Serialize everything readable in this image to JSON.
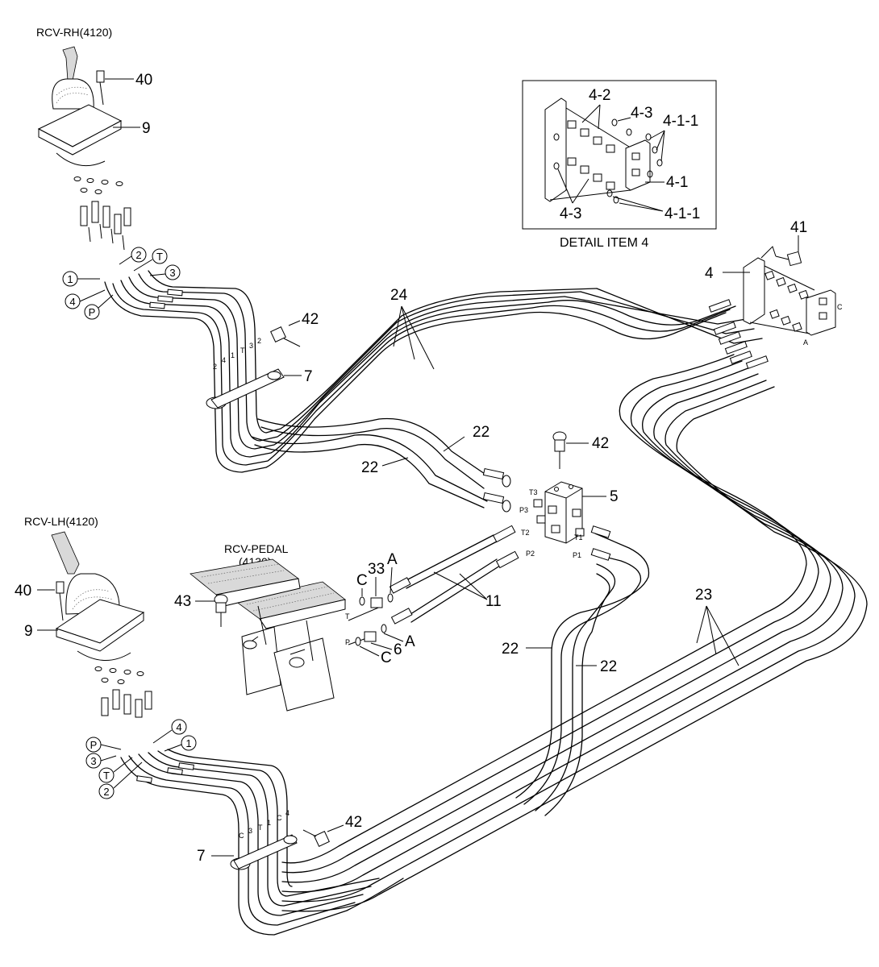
{
  "titles": {
    "rcv_rh": "RCV-RH(4120)",
    "rcv_lh": "RCV-LH(4120)",
    "rcv_pedal_line1": "RCV-PEDAL",
    "rcv_pedal_line2": "(4130)",
    "detail": "DETAIL  ITEM 4"
  },
  "callouts": {
    "n40": "40",
    "n9": "9",
    "n42": "42",
    "n7": "7",
    "n24": "24",
    "n22": "22",
    "n5": "5",
    "n41": "41",
    "n4": "4",
    "n11": "11",
    "n33": "33",
    "n6": "6",
    "nA": "A",
    "nC": "C",
    "n43": "43",
    "n23": "23"
  },
  "detail_labels": {
    "d42": "4-2",
    "d43": "4-3",
    "d411": "4-1-1",
    "d41": "4-1"
  },
  "circled_ports": {
    "one": "1",
    "two": "2",
    "three": "3",
    "four": "4",
    "p": "P",
    "t": "T"
  },
  "port_marks": {
    "t3": "T3",
    "p3": "P3",
    "t2": "T2",
    "p2": "P2",
    "t1": "T1",
    "p1": "P1",
    "t": "T",
    "p": "P",
    "a": "A",
    "c": "C"
  }
}
